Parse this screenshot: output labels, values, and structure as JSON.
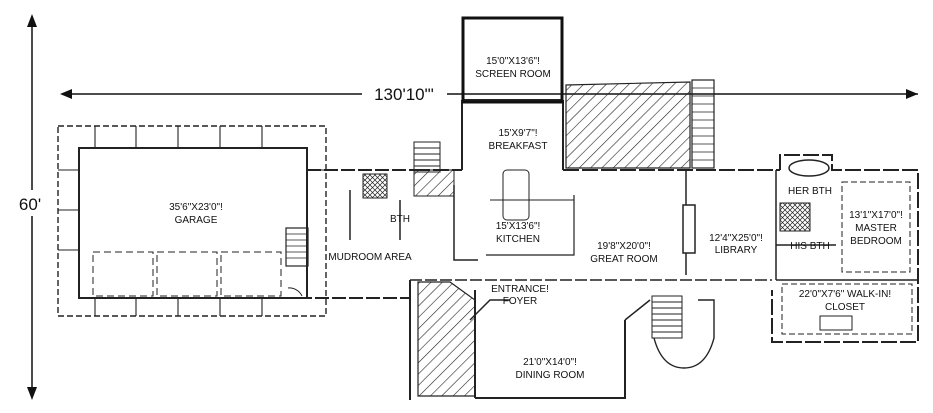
{
  "dimensions": {
    "width": "130'10\"'",
    "height": "60'"
  },
  "rooms": {
    "screen_room": {
      "size": "15'0\"X13'6\"!",
      "name": "SCREEN ROOM"
    },
    "breakfast": {
      "size": "15'X9'7\"!",
      "name": "BREAKFAST"
    },
    "garage": {
      "size": "35'6\"X23'0\"!",
      "name": "GARAGE"
    },
    "bath": {
      "name": "BTH"
    },
    "kitchen": {
      "size": "15'X13'6\"!",
      "name": "KITCHEN"
    },
    "mudroom": {
      "name": "MUDROOM AREA"
    },
    "great_room": {
      "size": "19'8\"X20'0\"!",
      "name": "GREAT ROOM"
    },
    "library": {
      "size": "12'4\"X25'0\"!",
      "name": "LIBRARY"
    },
    "her_bath": {
      "name": "HER BTH"
    },
    "his_bath": {
      "name": "HIS BTH"
    },
    "master_bedroom": {
      "size": "13'1\"X17'0\"!",
      "name": "MASTER",
      "name2": "BEDROOM"
    },
    "closet": {
      "size": "22'0\"X7'6\" WALK-IN!",
      "name": "CLOSET"
    },
    "foyer": {
      "size": "ENTRANCE!",
      "name": "FOYER"
    },
    "dining_room": {
      "size": "21'0\"X14'0\"!",
      "name": "DINING ROOM"
    }
  }
}
